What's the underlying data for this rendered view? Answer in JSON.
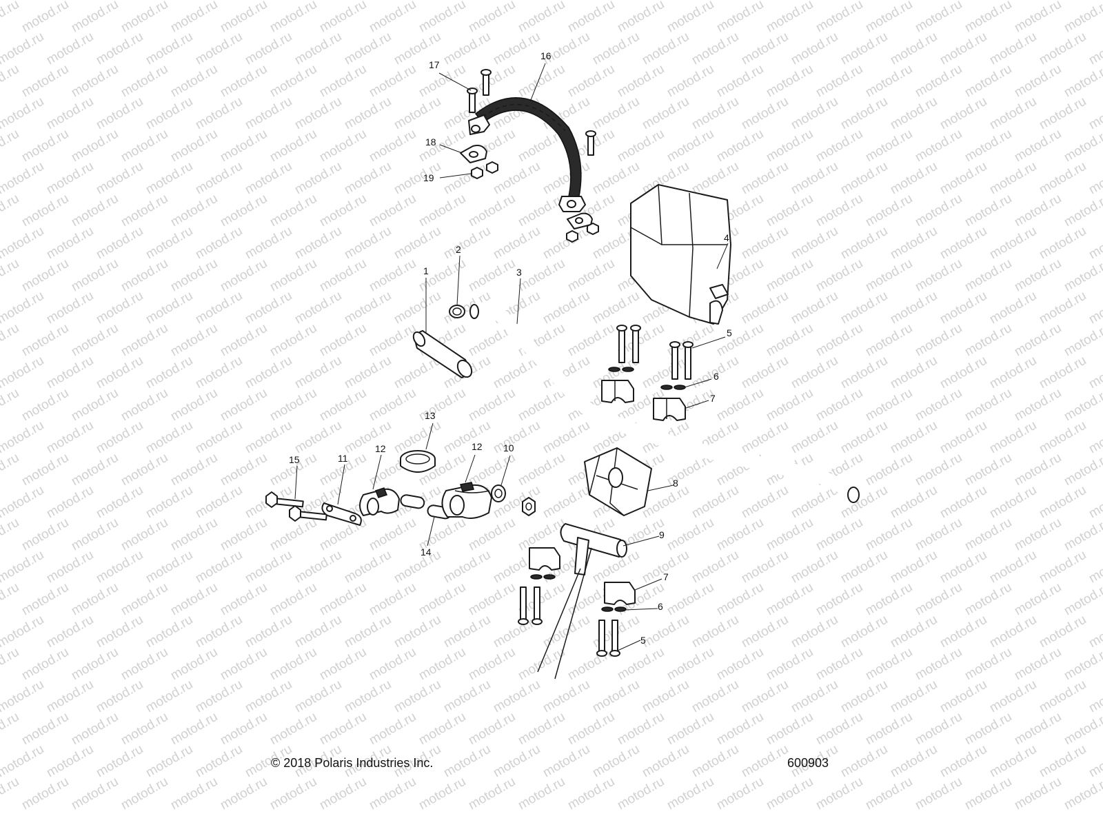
{
  "watermark": "motod.ru",
  "callouts": [
    "1",
    "2",
    "3",
    "4",
    "5",
    "6",
    "7",
    "8",
    "9",
    "10",
    "11",
    "12",
    "13",
    "14",
    "15",
    "16",
    "17",
    "18",
    "19"
  ],
  "footer": {
    "copyright": "© 2018 Polaris Industries Inc.",
    "figure_number": "600903"
  }
}
